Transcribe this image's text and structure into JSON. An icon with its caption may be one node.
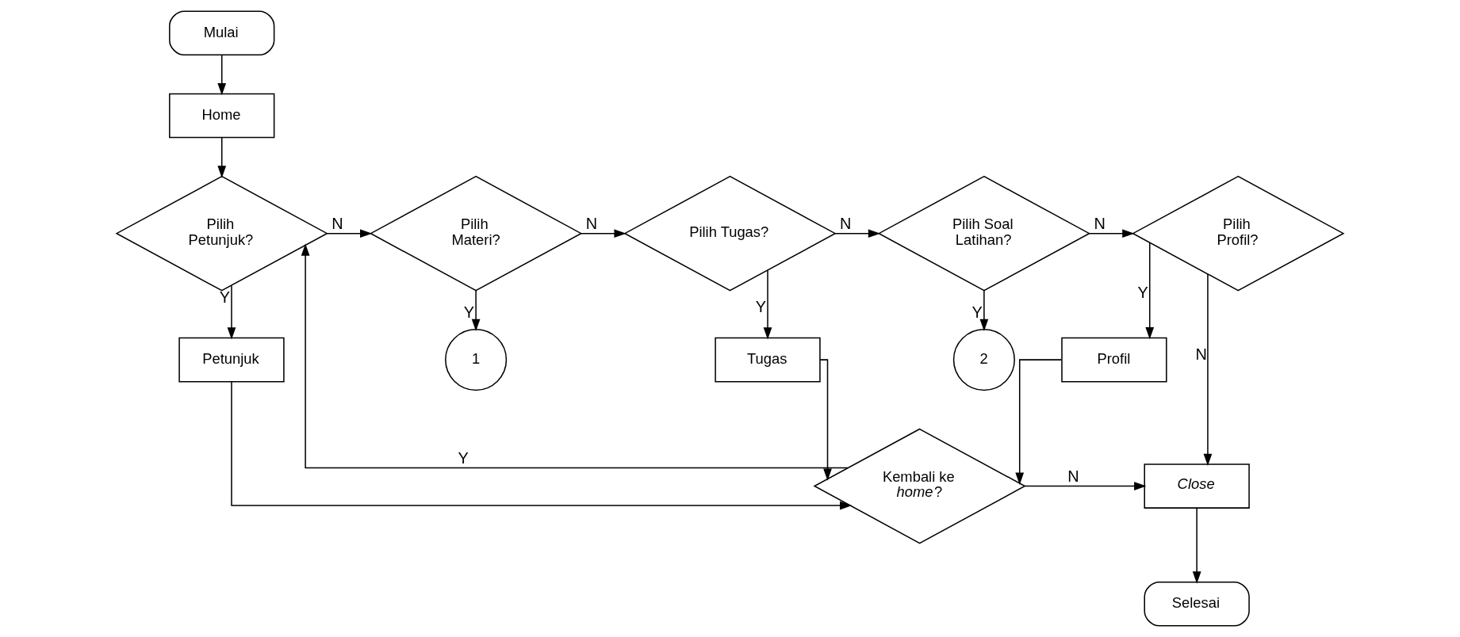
{
  "diagram": {
    "nodes": [
      {
        "text": [
          "Mulai"
        ]
      },
      {
        "text": [
          "Home"
        ]
      },
      {
        "text": [
          "Pilih Petunjuk?"
        ]
      },
      {
        "text": [
          "Pilih Materi?"
        ]
      },
      {
        "text": [
          "Pilih Tugas?"
        ]
      },
      {
        "text": [
          "Pilih Soal Latihan?"
        ]
      },
      {
        "text": [
          "Pilih Profil?"
        ]
      },
      {
        "text": [
          "Petunjuk"
        ]
      },
      {
        "text": [
          "1"
        ]
      },
      {
        "text": [
          "Tugas"
        ]
      },
      {
        "text": [
          "2"
        ]
      },
      {
        "text": [
          "Profil"
        ]
      },
      {
        "text": [
          "Kembali ke *home*?"
        ]
      },
      {
        "text": [
          "Close"
        ]
      },
      {
        "text": [
          "Selesai"
        ]
      }
    ],
    "edges": [
      {
        "from": 0,
        "to": 1,
        "arrow": "to"
      },
      {
        "from": 1,
        "to": 2,
        "arrow": "to"
      },
      {
        "from": 2,
        "to": 3,
        "arrow": "to",
        "label": "N"
      },
      {
        "from": 3,
        "to": 4,
        "arrow": "to",
        "label": "N"
      },
      {
        "from": 4,
        "to": 5,
        "arrow": "to",
        "label": "N"
      },
      {
        "from": 5,
        "to": 6,
        "arrow": "to",
        "label": "N"
      },
      {
        "from": 6,
        "to": 13,
        "arrow": "to",
        "label": "N"
      },
      {
        "from": 2,
        "to": 7,
        "arrow": "to",
        "label": "Y"
      },
      {
        "from": 3,
        "to": 8,
        "arrow": "to",
        "label": "Y"
      },
      {
        "from": 4,
        "to": 9,
        "arrow": "to",
        "label": "Y"
      },
      {
        "from": 5,
        "to": 10,
        "arrow": "to",
        "label": "Y"
      },
      {
        "from": 6,
        "to": 11,
        "arrow": "to",
        "label": "Y"
      },
      {
        "from": 7,
        "to": 12,
        "arrow": "to"
      },
      {
        "from": 9,
        "to": 12,
        "arrow": "to"
      },
      {
        "from": 11,
        "to": 12,
        "arrow": "to"
      },
      {
        "from": 12,
        "to": 2,
        "arrow": "to",
        "label": "Y"
      },
      {
        "from": 12,
        "to": 13,
        "arrow": "to",
        "label": "N"
      },
      {
        "from": 13,
        "to": 14,
        "arrow": "to"
      }
    ]
  }
}
